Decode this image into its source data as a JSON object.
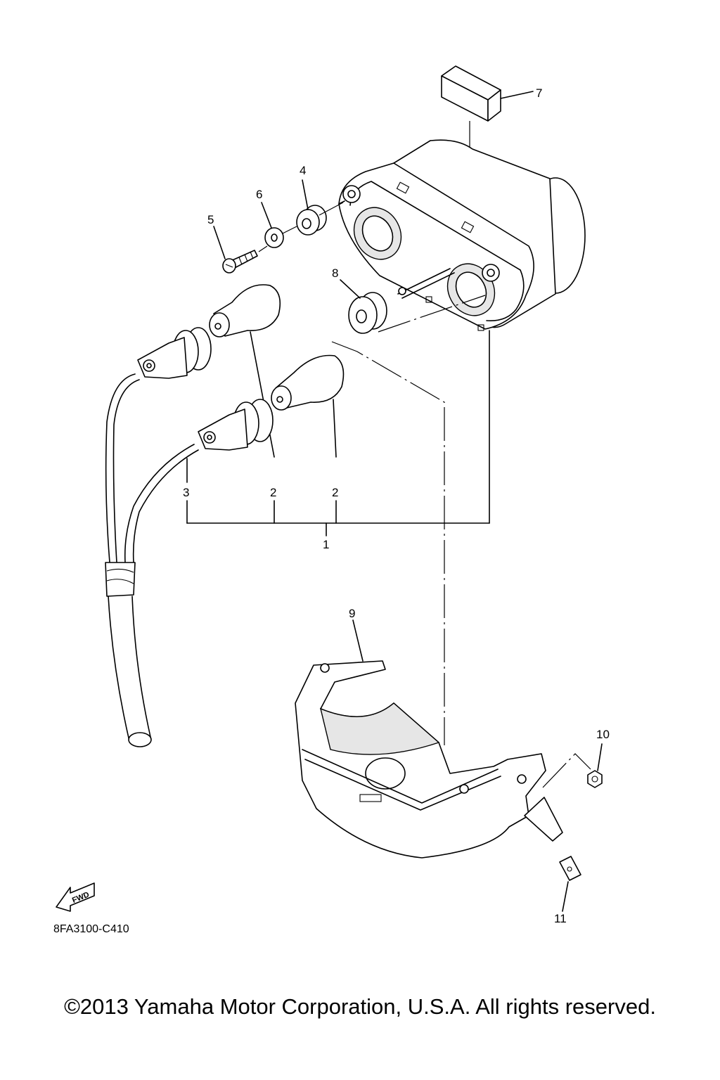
{
  "diagram": {
    "labels": {
      "p1": "1",
      "p2a": "2",
      "p2b": "2",
      "p3": "3",
      "p4": "4",
      "p5": "5",
      "p6": "6",
      "p7": "7",
      "p8": "8",
      "p9": "9",
      "p10": "10",
      "p11": "11"
    },
    "fwd_badge": "FWD",
    "code": "8FA3100-C410"
  },
  "footer": {
    "copyright": "©2013 Yamaha Motor Corporation, U.S.A. All rights reserved."
  }
}
